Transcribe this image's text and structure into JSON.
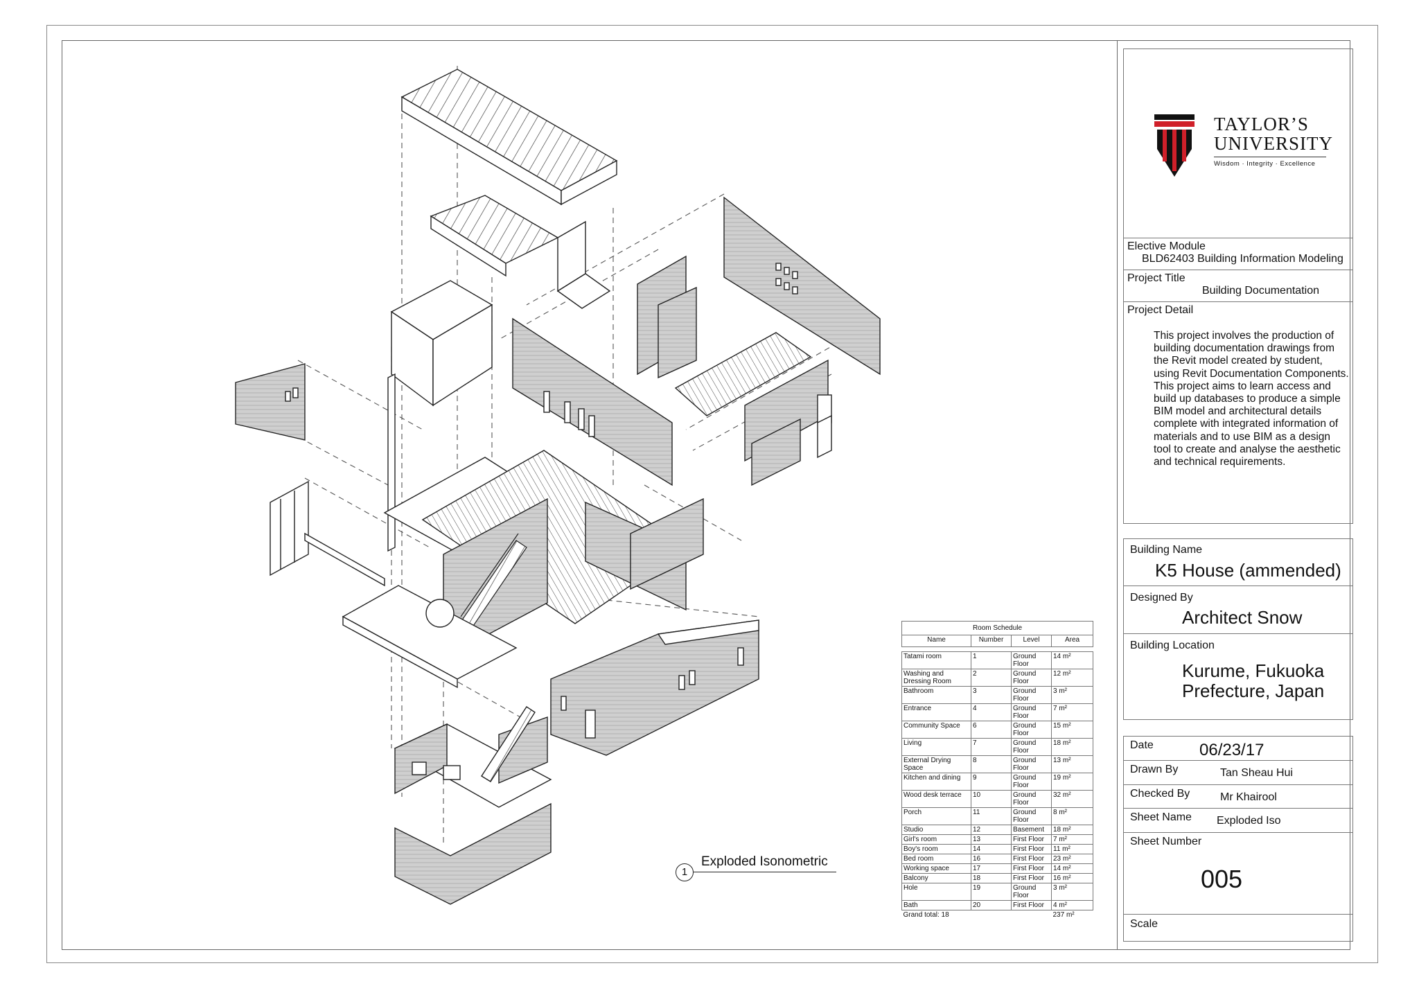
{
  "logo": {
    "name_line1": "TAYLOR’S",
    "name_line2": "UNIVERSITY",
    "tagline": "Wisdom · Integrity · Excellence"
  },
  "title_block": {
    "elective_module_label": "Elective Module",
    "elective_module_value": "BLD62403 Building Information Modeling",
    "project_title_label": "Project Title",
    "project_title_value": "Building Documentation",
    "project_detail_label": "Project Detail",
    "project_detail_text": "This project involves the production of building documentation drawings from the Revit model created by student, using Revit Documentation Components. This project aims to learn access and build up databases to produce a simple BIM model and architectural details complete with integrated information of materials and to use BIM as a design tool to create and analyse the aesthetic and technical requirements.",
    "building_name_label": "Building Name",
    "building_name_value": "K5 House (ammended)",
    "designed_by_label": "Designed By",
    "designed_by_value": "Architect Snow",
    "building_location_label": "Building Location",
    "building_location_line1": "Kurume, Fukuoka",
    "building_location_line2": "Prefecture, Japan",
    "date_label": "Date",
    "date_value": "06/23/17",
    "drawn_by_label": "Drawn By",
    "drawn_by_value": "Tan Sheau Hui",
    "checked_by_label": "Checked By",
    "checked_by_value": "Mr Khairool",
    "sheet_name_label": "Sheet Name",
    "sheet_name_value": "Exploded Iso",
    "sheet_number_label": "Sheet Number",
    "sheet_number_value": "005",
    "scale_label": "Scale"
  },
  "view_title": {
    "number": "1",
    "label": "Exploded Isonometric"
  },
  "room_schedule": {
    "title": "Room Schedule",
    "headers": [
      "Name",
      "Number",
      "Level",
      "Area"
    ],
    "rows": [
      [
        "Tatami room",
        "1",
        "Ground Floor",
        "14 m²"
      ],
      [
        "Washing and Dressing Room",
        "2",
        "Ground Floor",
        "12 m²"
      ],
      [
        "Bathroom",
        "3",
        "Ground Floor",
        "3 m²"
      ],
      [
        "Entrance",
        "4",
        "Ground Floor",
        "7 m²"
      ],
      [
        "Community Space",
        "6",
        "Ground Floor",
        "15 m²"
      ],
      [
        "Living",
        "7",
        "Ground Floor",
        "18 m²"
      ],
      [
        "External Drying Space",
        "8",
        "Ground Floor",
        "13 m²"
      ],
      [
        "Kitchen and dining",
        "9",
        "Ground Floor",
        "19 m²"
      ],
      [
        "Wood desk terrace",
        "10",
        "Ground Floor",
        "32 m²"
      ],
      [
        "Porch",
        "11",
        "Ground Floor",
        "8 m²"
      ],
      [
        "Studio",
        "12",
        "Basement",
        "18 m²"
      ],
      [
        "Girl's room",
        "13",
        "First Floor",
        "7 m²"
      ],
      [
        "Boy's room",
        "14",
        "First Floor",
        "11 m²"
      ],
      [
        "Bed room",
        "16",
        "First Floor",
        "23 m²"
      ],
      [
        "Working space",
        "17",
        "First Floor",
        "14 m²"
      ],
      [
        "Balcony",
        "18",
        "First Floor",
        "16 m²"
      ],
      [
        "Hole",
        "19",
        "Ground Floor",
        "3 m²"
      ],
      [
        "Bath",
        "20",
        "First Floor",
        "4 m²"
      ]
    ],
    "grand_total_label": "Grand total: 18",
    "grand_total_area": "237 m²"
  },
  "colors": {
    "logo_red": "#d0202a",
    "logo_black": "#111111",
    "wall_fill": "#c8c8c8",
    "line": "#222222"
  }
}
